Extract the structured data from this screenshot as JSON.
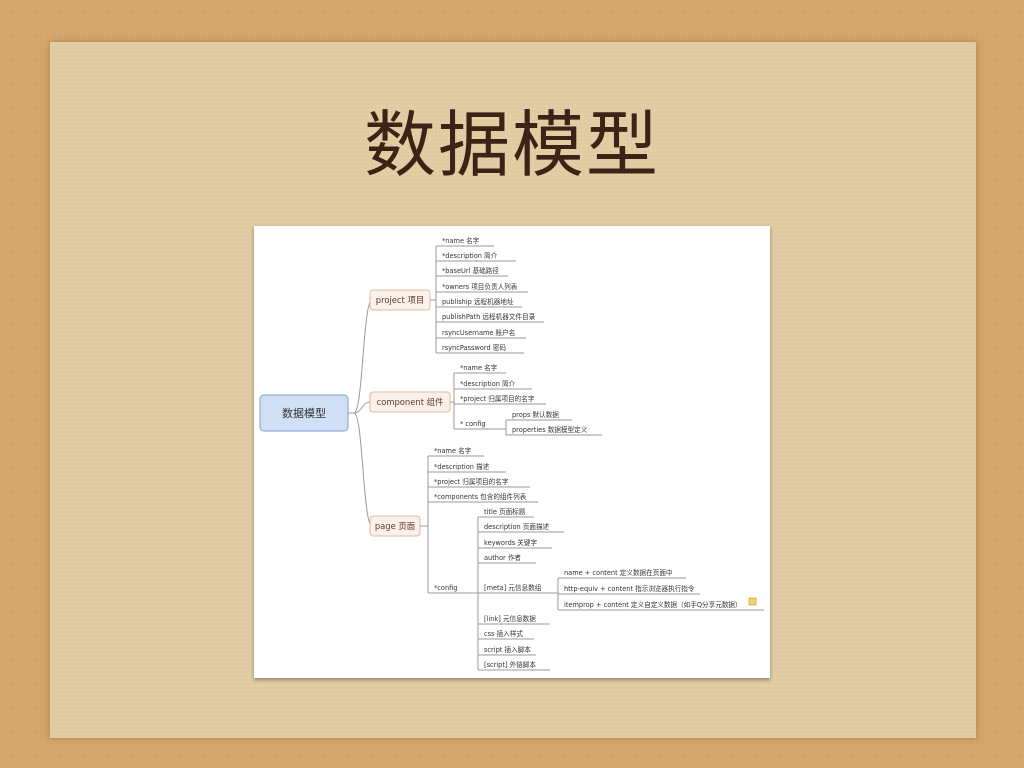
{
  "slide": {
    "title": "数据模型"
  },
  "mindmap": {
    "root": "数据模型",
    "project": {
      "label": "project 项目",
      "children": [
        "*name 名字",
        "*description 简介",
        "*baseUrl 基础路径",
        "*owners 项目负责人列表",
        "publiship 远程机器地址",
        "publishPath 远程机器文件目录",
        "rsyncUsername 账户名",
        "rsyncPassword 密码"
      ]
    },
    "component": {
      "label": "component 组件",
      "children": [
        "*name 名字",
        "*description 简介",
        "*project 归属项目的名字"
      ],
      "config": {
        "label": "* config",
        "children": [
          "props 默认数据",
          "properties 数据模型定义"
        ]
      }
    },
    "page": {
      "label": "page 页面",
      "children": [
        "*name 名字",
        "*description 描述",
        "*project 归属项目的名字",
        "*components 包含的组件列表"
      ],
      "config": {
        "label": "*config",
        "children": [
          "title 页面标题",
          "description 页面描述",
          "keywords 关键字",
          "author 作者",
          "[meta] 元信息数组",
          "[link] 元信息数据",
          "css 插入样式",
          "script 插入脚本",
          "[script] 外链脚本"
        ],
        "meta": [
          "name + content 定义数据在页面中",
          "http-equiv + content 指示浏览器执行指令",
          "itemprop + content 定义自定义数据（如手Q分享元数据）"
        ]
      }
    }
  }
}
